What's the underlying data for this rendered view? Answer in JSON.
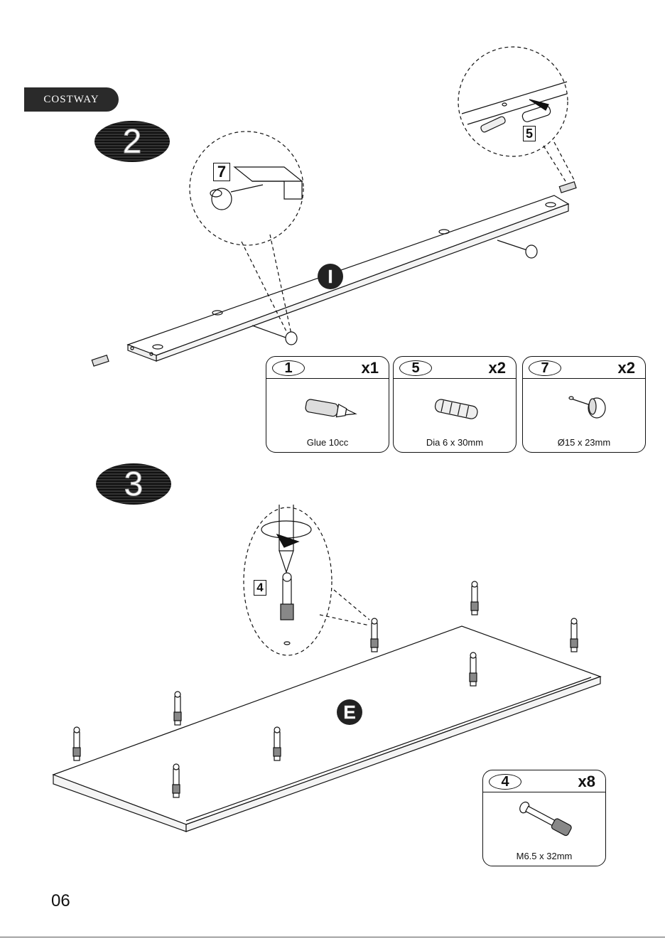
{
  "brand": "COSTWAY",
  "steps": [
    {
      "number": "2",
      "panel_label": "I",
      "callout_7": "7",
      "callout_5": "5"
    },
    {
      "number": "3",
      "panel_label": "E",
      "callout_4": "4"
    }
  ],
  "parts": [
    {
      "number": "1",
      "qty": "x1",
      "caption": "Glue 10cc",
      "icon": "glue-tube-icon"
    },
    {
      "number": "5",
      "qty": "x2",
      "caption": "Dia 6 x 30mm",
      "icon": "wooden-dowel-icon"
    },
    {
      "number": "7",
      "qty": "x2",
      "caption": "Ø15 x 23mm",
      "icon": "nail-glide-icon"
    },
    {
      "number": "4",
      "qty": "x8",
      "caption": "M6.5 x 32mm",
      "icon": "cam-bolt-icon"
    }
  ],
  "page_number": "06"
}
